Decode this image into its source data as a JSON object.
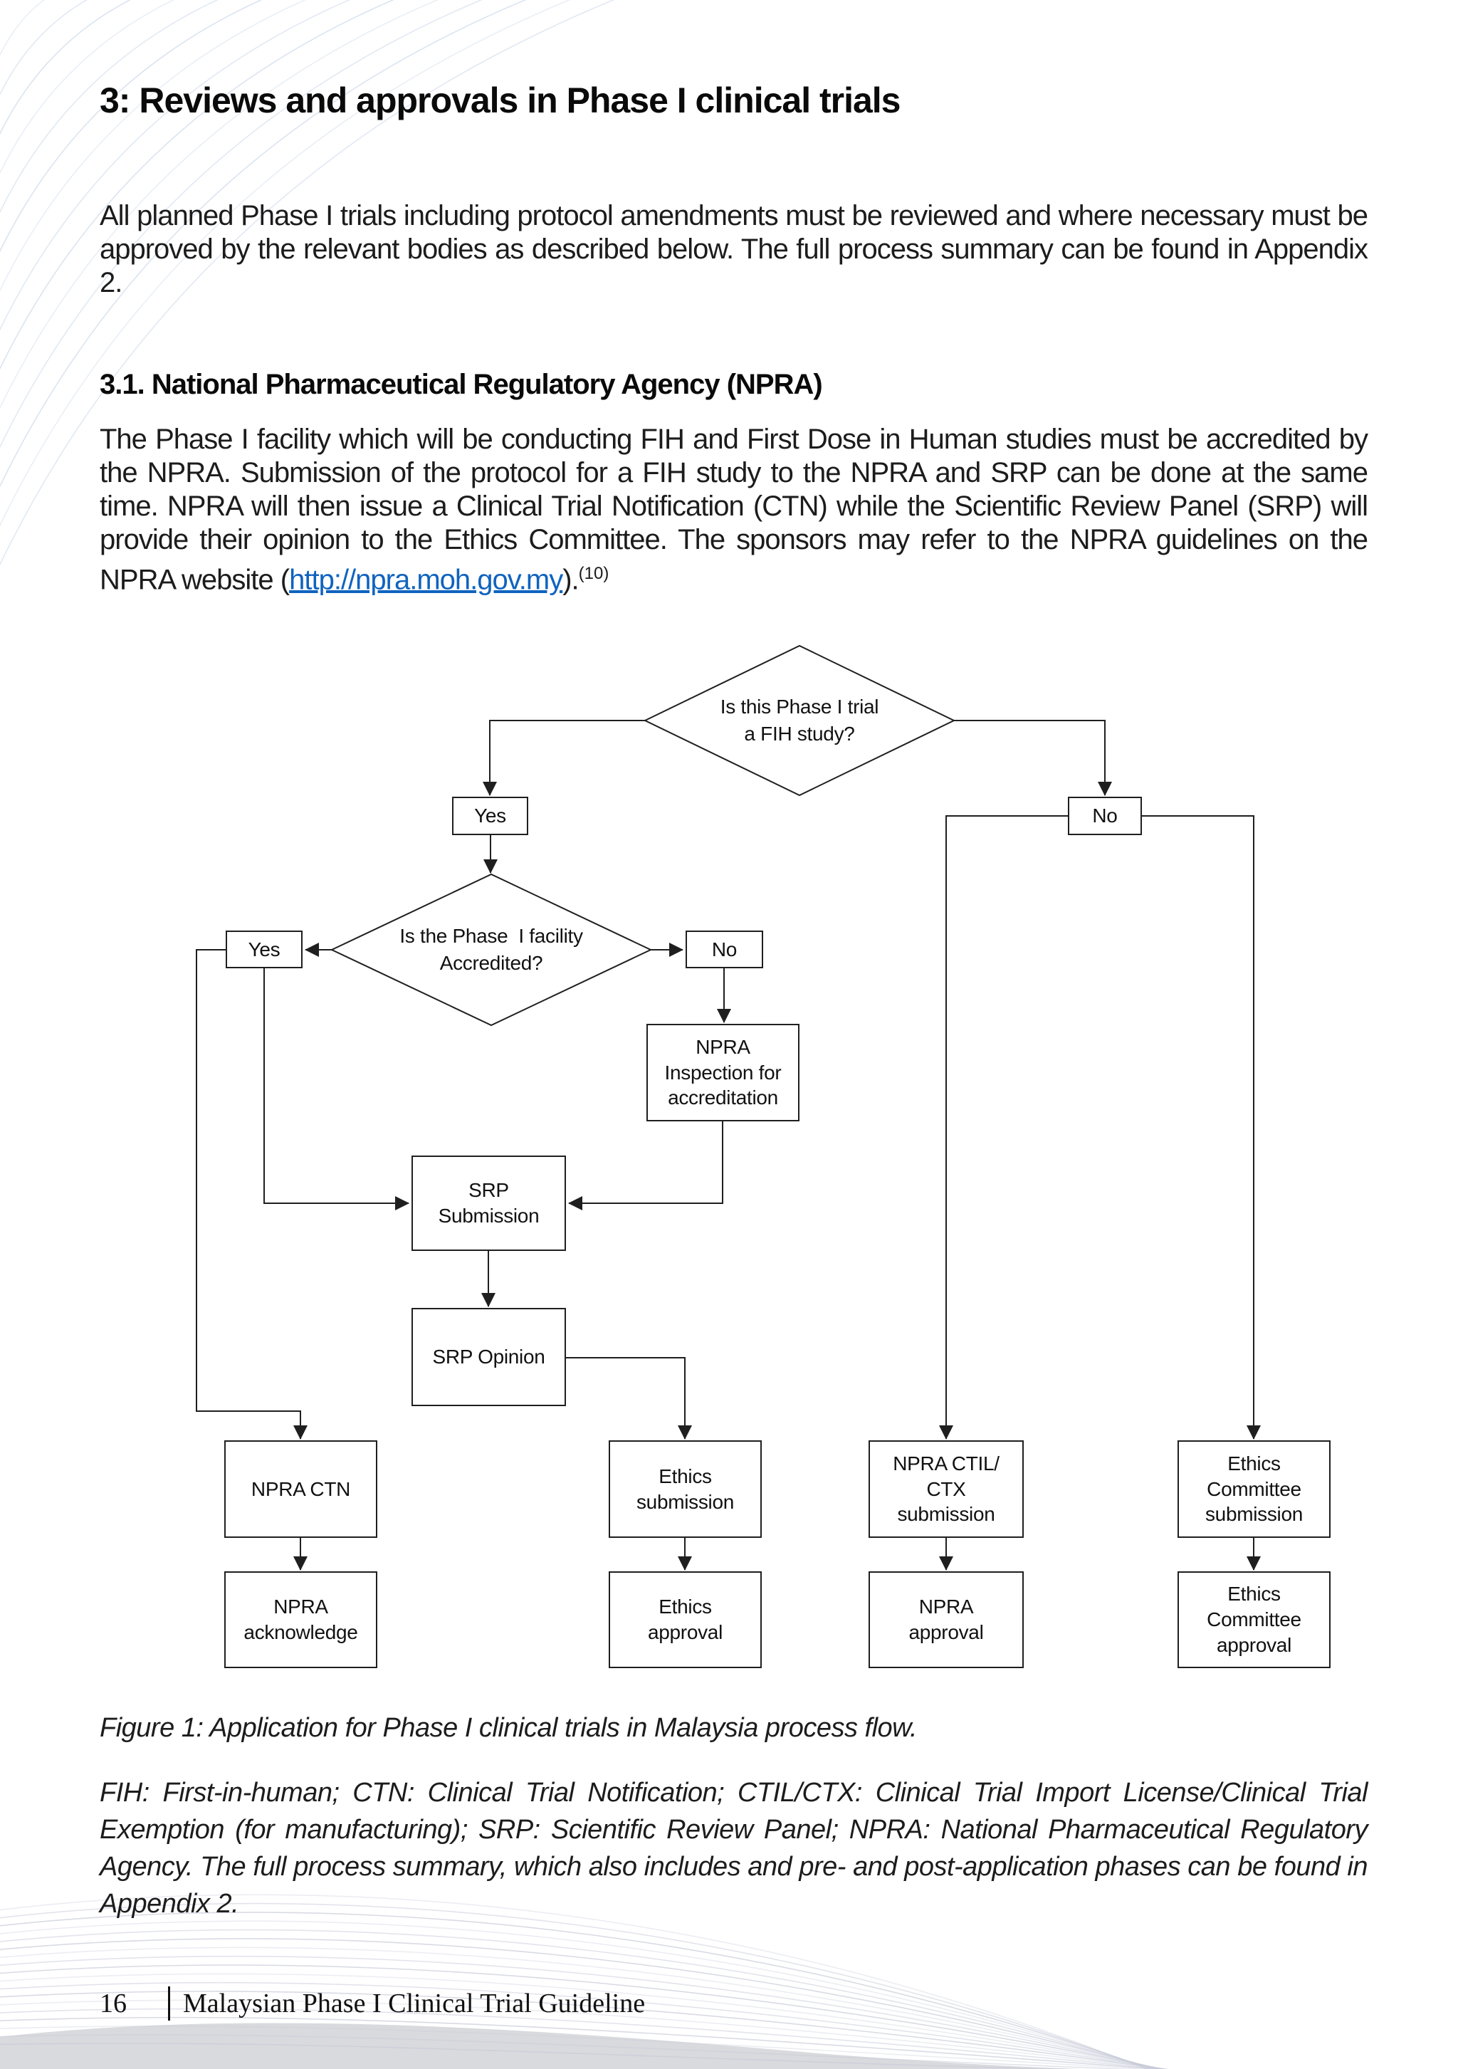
{
  "document": {
    "title": "3: Reviews and approvals in Phase I clinical trials",
    "intro_paragraph": "All planned Phase I trials including protocol amendments must be reviewed and where necessary must be approved by the relevant bodies as described below. The full process summary can be found in Appendix 2.",
    "section": {
      "heading": "3.1. National Pharmaceutical Regulatory Agency (NPRA)",
      "body_before_link": "The Phase I facility which will be conducting FIH and First Dose in Human studies must be accredited by the NPRA. Submission of the protocol for a FIH study to the NPRA and SRP can be done at the same time. NPRA will then issue a Clinical Trial Notification (CTN) while the Scientific Review Panel (SRP) will provide their opinion to the Ethics Committee. The sponsors may refer to the NPRA guidelines on the NPRA website (",
      "link_text": "http://npra.moh.gov.my",
      "link_url": "http://npra.moh.gov.my",
      "body_after_link": ").",
      "footnote_ref": "(10)"
    },
    "figure": {
      "caption": "Figure 1: Application for Phase I clinical trials in Malaysia process flow.",
      "abbreviations": "FIH: First-in-human; CTN: Clinical Trial Notification; CTIL/CTX: Clinical Trial Import License/Clinical Trial Exemption (for manufacturing); SRP: Scientific Review Panel;  NPRA: National Pharmaceutical Regulatory Agency. The full process summary, which also includes and pre- and post-application phases can be found in Appendix 2."
    },
    "footer": {
      "page_number": "16",
      "doc_title": "Malaysian Phase I Clinical Trial Guideline"
    },
    "colors": {
      "link": "#0f63be",
      "body_text": "#1c1c1c",
      "flowchart_stroke": "#1f1f1f",
      "deco_top_lines": "#d7e1ee",
      "deco_bottom_lines": "#c9ccd9",
      "deco_bottom_wave": "#d2d3d7"
    }
  },
  "flowchart": {
    "nodes": {
      "q_fih": "Is this Phase I trial\na FIH study?",
      "yes1": "Yes",
      "no1": "No",
      "q_accredited": "Is the Phase  I facility\nAccredited?",
      "yes2": "Yes",
      "no2": "No",
      "npra_inspection": "NPRA\nInspection for\naccreditation",
      "srp_submission": "SRP\nSubmission",
      "srp_opinion": "SRP Opinion",
      "npra_ctn": "NPRA CTN",
      "npra_acknowledge": "NPRA\nacknowledge",
      "ethics_submission": "Ethics\nsubmission",
      "ethics_approval": "Ethics\napproval",
      "npra_ctil_ctx": "NPRA CTIL/\nCTX\nsubmission",
      "npra_approval": "NPRA\napproval",
      "ec_submission": "Ethics\nCommittee\nsubmission",
      "ec_approval": "Ethics\nCommittee\napproval"
    }
  }
}
